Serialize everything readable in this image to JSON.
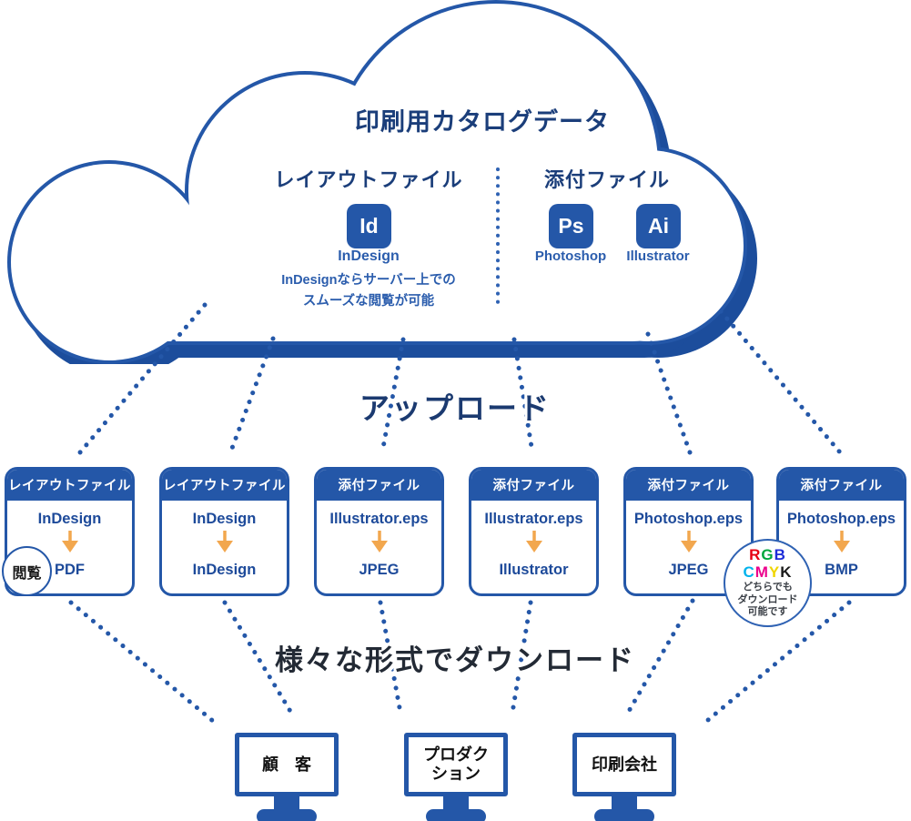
{
  "colors": {
    "primary_blue": "#2457a8",
    "cloud_shadow_blue": "#1c4d9c",
    "heading_navy": "#1b3e7a",
    "card_text_blue": "#1d4a9a",
    "note_blue": "#2b5dad",
    "arrow_orange": "#f2a74e",
    "upload_text": "#1b3a70",
    "download_text": "#232a35"
  },
  "cloud": {
    "title": "印刷用カタログデータ",
    "layout_section": {
      "heading": "レイアウトファイル",
      "app_badge": "Id",
      "app_label": "InDesign",
      "note_line1": "InDesignならサーバー上での",
      "note_line2": "スムーズな閲覧が可能"
    },
    "attachment_section": {
      "heading": "添付ファイル",
      "apps": [
        {
          "badge": "Ps",
          "label": "Photoshop"
        },
        {
          "badge": "Ai",
          "label": "Illustrator"
        }
      ]
    }
  },
  "upload_label": "アップロード",
  "cards": [
    {
      "header": "レイアウトファイル",
      "source": "InDesign",
      "target": "PDF"
    },
    {
      "header": "レイアウトファイル",
      "source": "InDesign",
      "target": "InDesign"
    },
    {
      "header": "添付ファイル",
      "source": "Illustrator.eps",
      "target": "JPEG"
    },
    {
      "header": "添付ファイル",
      "source": "Illustrator.eps",
      "target": "Illustrator"
    },
    {
      "header": "添付ファイル",
      "source": "Photoshop.eps",
      "target": "JPEG"
    },
    {
      "header": "添付ファイル",
      "source": "Photoshop.eps",
      "target": "BMP"
    }
  ],
  "view_badge_label": "閲覧",
  "color_badge": {
    "rgb": [
      {
        "ch": "R",
        "color": "#e60012"
      },
      {
        "ch": "G",
        "color": "#00a63c"
      },
      {
        "ch": "B",
        "color": "#1d2dd8"
      }
    ],
    "cmyk": [
      {
        "ch": "C",
        "color": "#00b3ec"
      },
      {
        "ch": "M",
        "color": "#ec008c"
      },
      {
        "ch": "Y",
        "color": "#f0d500"
      },
      {
        "ch": "K",
        "color": "#1a1a1a"
      }
    ],
    "note_lines": [
      "どちらでも",
      "ダウンロード",
      "可能です"
    ]
  },
  "download_label": "様々な形式でダウンロード",
  "monitors": [
    {
      "lines": [
        "顧　客"
      ]
    },
    {
      "lines": [
        "プロダク",
        "ション"
      ]
    },
    {
      "lines": [
        "印刷会社"
      ]
    }
  ]
}
